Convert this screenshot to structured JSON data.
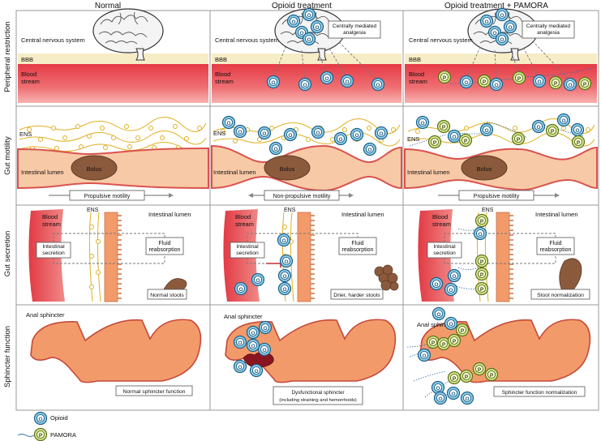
{
  "columns": [
    "Normal",
    "Opioid treatment",
    "Opioid treatment + PAMORA"
  ],
  "rows": [
    "Peripheral restriction",
    "Gut motility",
    "Gut secretion",
    "Sphincter function"
  ],
  "row1": {
    "cns": "Central nervous system",
    "bbb": "BBB",
    "blood": [
      "Blood",
      "stream"
    ],
    "analgesia": [
      "Centrally mediated",
      "analgesia"
    ]
  },
  "row2": {
    "ens": "ENS",
    "lumen": "Intestinal lumen",
    "bolus": "Bolus",
    "motility": [
      "Propulsive motility",
      "Non-propulsive motility",
      "Propulsive motility"
    ]
  },
  "row3": {
    "blood": [
      "Blood",
      "stream"
    ],
    "ens": "ENS",
    "lumen": "Intestinal lumen",
    "secretion": [
      "Intestinal",
      "secretion"
    ],
    "reabsorption": [
      "Fluid",
      "reabsorption"
    ],
    "stools": [
      "Normal stools",
      "Drier, harder stools",
      "Stool normalization"
    ]
  },
  "row4": {
    "anal": "Anal sphincter",
    "function": [
      "Normal sphincter function",
      "Dysfunctional sphincter",
      "Sphincter function normalization"
    ],
    "function_sub": "(including straining and hemorrhoids)"
  },
  "legend": {
    "opioid": "Opioid",
    "pamora": "PAMORA"
  },
  "symbols": {
    "opioid": "O",
    "pamora": "P"
  },
  "colors": {
    "blood": "#e2414a",
    "tissue": "#f6b890",
    "sphincter": "#f39a6a",
    "opioid_fill": "#8fd0ee",
    "pamora_fill": "#d7ea8a",
    "ens": "#e0b020",
    "bolus": "#8b5a3c"
  }
}
